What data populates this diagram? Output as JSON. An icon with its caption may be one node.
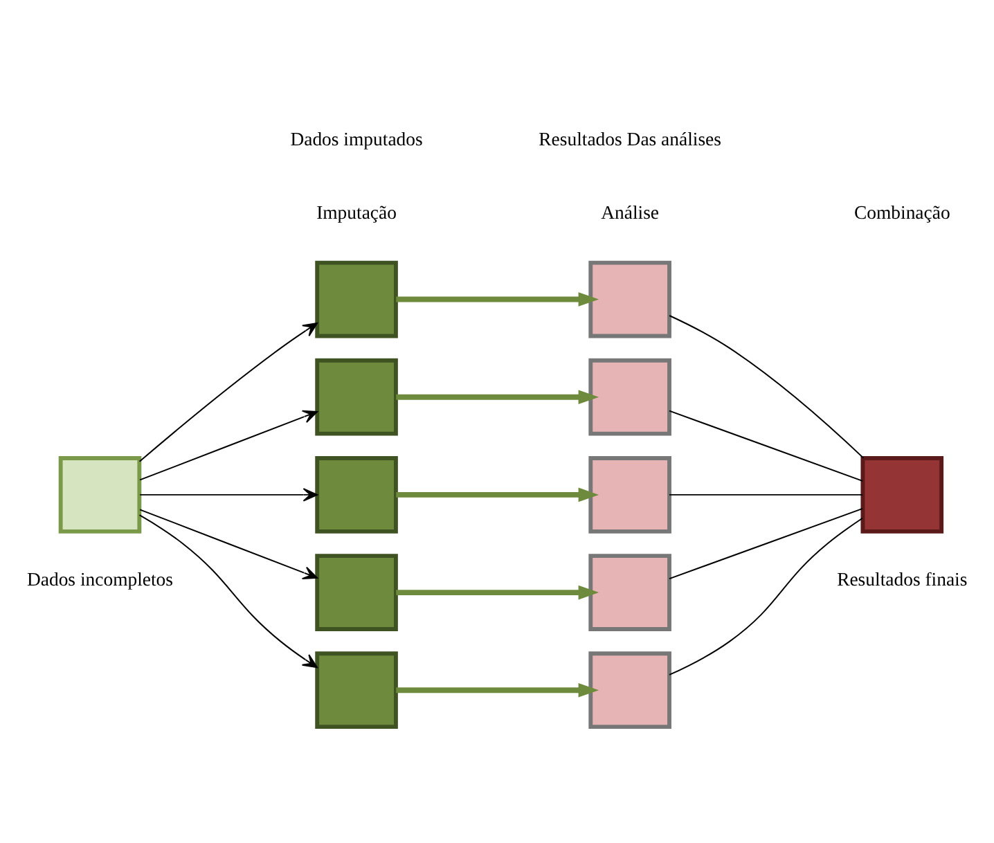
{
  "diagram": {
    "nodes": [
      {
        "text": [],
        "shape": "box",
        "beside": [
          "Dados incompletos"
        ]
      },
      {
        "text": [],
        "shape": "box"
      },
      {
        "text": [],
        "shape": "box"
      },
      {
        "text": [],
        "shape": "box"
      },
      {
        "text": [],
        "shape": "box"
      },
      {
        "text": [],
        "shape": "box"
      },
      {
        "text": [],
        "shape": "box"
      },
      {
        "text": [],
        "shape": "box"
      },
      {
        "text": [],
        "shape": "box"
      },
      {
        "text": [],
        "shape": "box"
      },
      {
        "text": [],
        "shape": "box"
      },
      {
        "text": [],
        "shape": "box",
        "beside": [
          "Resultados finais"
        ]
      }
    ],
    "edges": [
      {
        "from": 0,
        "to": 1,
        "arrow": "to"
      },
      {
        "from": 0,
        "to": 2,
        "arrow": "to"
      },
      {
        "from": 0,
        "to": 3,
        "arrow": "to"
      },
      {
        "from": 0,
        "to": 4,
        "arrow": "to"
      },
      {
        "from": 0,
        "to": 5,
        "arrow": "to"
      },
      {
        "from": 1,
        "to": 6,
        "arrow": "to",
        "style": "thick",
        "color": "#6e8b3d"
      },
      {
        "from": 2,
        "to": 7,
        "arrow": "to",
        "style": "thick",
        "color": "#6e8b3d"
      },
      {
        "from": 3,
        "to": 8,
        "arrow": "to",
        "style": "thick",
        "color": "#6e8b3d"
      },
      {
        "from": 4,
        "to": 9,
        "arrow": "to",
        "style": "thick",
        "color": "#6e8b3d"
      },
      {
        "from": 5,
        "to": 10,
        "arrow": "to",
        "style": "thick",
        "color": "#6e8b3d"
      },
      {
        "from": 6,
        "to": 11,
        "arrow": "none"
      },
      {
        "from": 7,
        "to": 11,
        "arrow": "none"
      },
      {
        "from": 8,
        "to": 11,
        "arrow": "none"
      },
      {
        "from": 9,
        "to": 11,
        "arrow": "none"
      },
      {
        "from": 10,
        "to": 11,
        "arrow": "none"
      }
    ],
    "labels": [
      "Imputação",
      "Análise",
      "Combinação",
      "Dados imputados",
      "Resultados Das análises"
    ]
  }
}
